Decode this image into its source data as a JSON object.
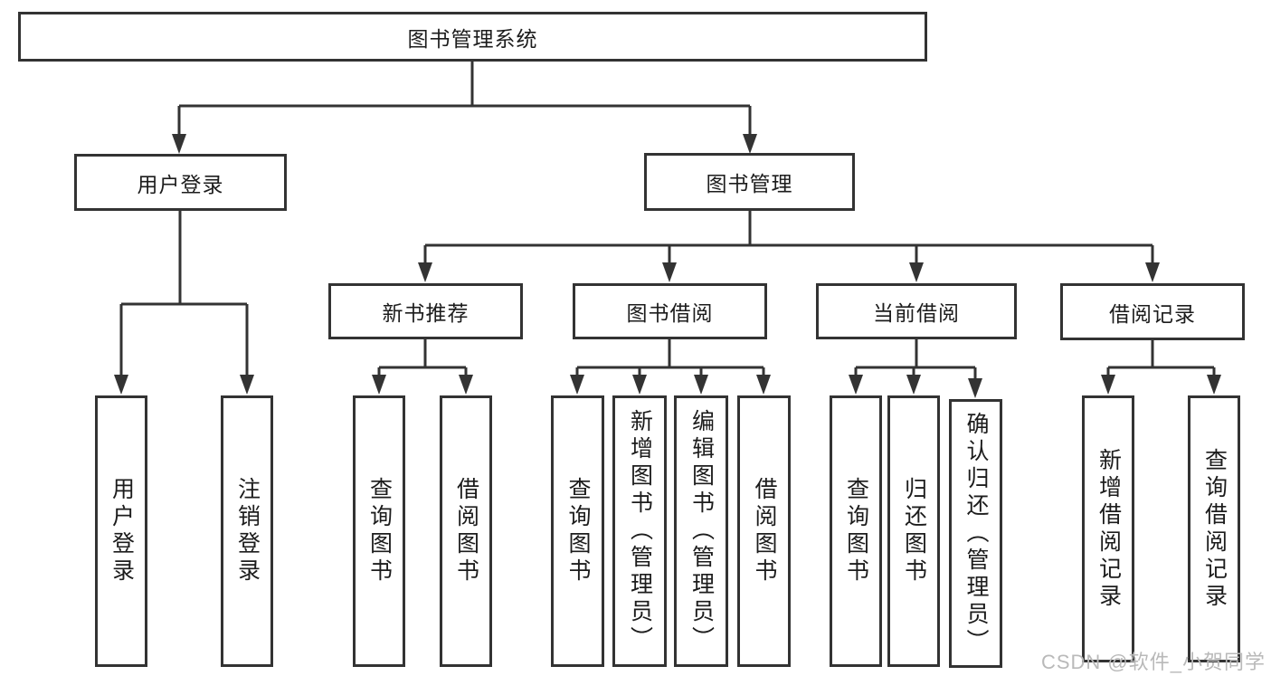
{
  "colors": {
    "line": "#333333",
    "box_border": "#333333",
    "text": "#1c1c1c",
    "watermark": "#b9b9b9",
    "background": "#ffffff"
  },
  "tree": {
    "root": {
      "label": "图书管理系统"
    },
    "branches": [
      {
        "label": "用户登录",
        "children": [
          {
            "label": "用户登录"
          },
          {
            "label": "注销登录"
          }
        ]
      },
      {
        "label": "图书管理",
        "children": [
          {
            "label": "新书推荐",
            "children": [
              {
                "label": "查询图书"
              },
              {
                "label": "借阅图书"
              }
            ]
          },
          {
            "label": "图书借阅",
            "children": [
              {
                "label": "查询图书"
              },
              {
                "label": "新增图书（管理员）"
              },
              {
                "label": "编辑图书（管理员）"
              },
              {
                "label": "借阅图书"
              }
            ]
          },
          {
            "label": "当前借阅",
            "children": [
              {
                "label": "查询图书"
              },
              {
                "label": "归还图书"
              },
              {
                "label": "确认归还（管理员）"
              }
            ]
          },
          {
            "label": "借阅记录",
            "children": [
              {
                "label": "新增借阅记录"
              },
              {
                "label": "查询借阅记录"
              }
            ]
          }
        ]
      }
    ]
  },
  "watermark": {
    "text": "CSDN @软件_小贺同学"
  }
}
